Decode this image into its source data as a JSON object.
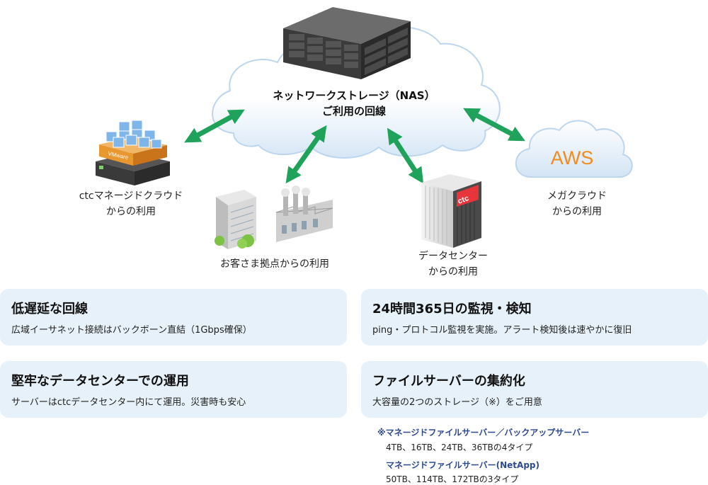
{
  "diagram": {
    "nas_title_line1": "ネットワークストレージ（NAS）",
    "nas_title_line2": "ご利用の回線",
    "vmware_badge": "VMware",
    "ctc_logo": "ctc",
    "aws_text": "AWS",
    "nodes": {
      "ctc_cloud": [
        "ctcマネージドクラウド",
        "からの利用"
      ],
      "customer": [
        "お客さま拠点からの利用"
      ],
      "datacenter": [
        "データセンター",
        "からの利用"
      ],
      "mega_cloud": [
        "メガクラウド",
        "からの利用"
      ]
    },
    "colors": {
      "arrow": "#1fa35a",
      "cloud_edge": "#bcd6ef",
      "aws_orange": "#f08c1c",
      "card_bg": "#e7f1f9",
      "note_blue": "#2e4a8f"
    }
  },
  "features": [
    {
      "title": "低遅延な回線",
      "desc": "広域イーサネット接続はバックボーン直結（1Gbps確保）"
    },
    {
      "title": "24時間365日の監視・検知",
      "desc": "ping・プロトコル監視を実施。アラート検知後は速やかに復旧"
    },
    {
      "title": "堅牢なデータセンターでの運用",
      "desc": "サーバーはctcデータセンター内にて運用。災害時も安心"
    },
    {
      "title": "ファイルサーバーの集約化",
      "desc": "大容量の2つのストレージ（※）をご用意"
    }
  ],
  "notes": {
    "heading1": "※マネージドファイルサーバー／バックアップサーバー",
    "detail1": "4TB、16TB、24TB、36TBの4タイプ",
    "heading2": "マネージドファイルサーバー(NetApp)",
    "detail2": "50TB、114TB、172TBの3タイプ"
  }
}
